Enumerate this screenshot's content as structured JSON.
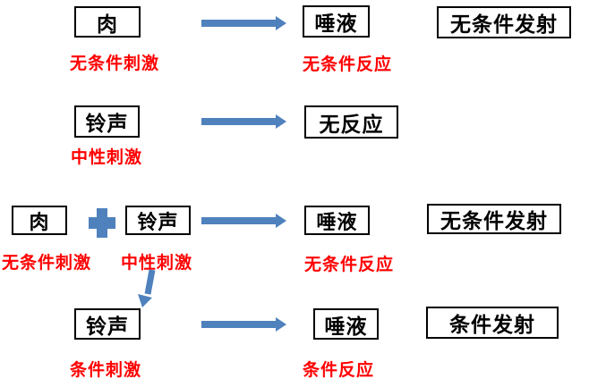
{
  "colors": {
    "arrow_blue": "#4F81BD",
    "label_red": "#FF0000",
    "box_border": "#000000",
    "box_text": "#000000",
    "background": "#ffffff"
  },
  "icons": {
    "right_arrow": "right-arrow",
    "plus": "plus-cross",
    "diagonal_arrow": "diagonal-down-arrow"
  },
  "diagram": {
    "row1": {
      "stimulus_box": "肉",
      "response_box": "唾液",
      "reflex_box": "无条件发射",
      "stimulus_label": "无条件刺激",
      "response_label": "无条件反应"
    },
    "row2": {
      "stimulus_box": "铃声",
      "response_box": "无反应",
      "stimulus_label": "中性刺激"
    },
    "row3": {
      "stimulus_box_1": "肉",
      "stimulus_box_2": "铃声",
      "response_box": "唾液",
      "reflex_box": "无条件发射",
      "stimulus_label_1": "无条件刺激",
      "stimulus_label_2": "中性刺激",
      "response_label": "无条件反应"
    },
    "row4": {
      "stimulus_box": "铃声",
      "response_box": "唾液",
      "reflex_box": "条件发射",
      "stimulus_label": "条件刺激",
      "response_label": "条件反应"
    }
  }
}
